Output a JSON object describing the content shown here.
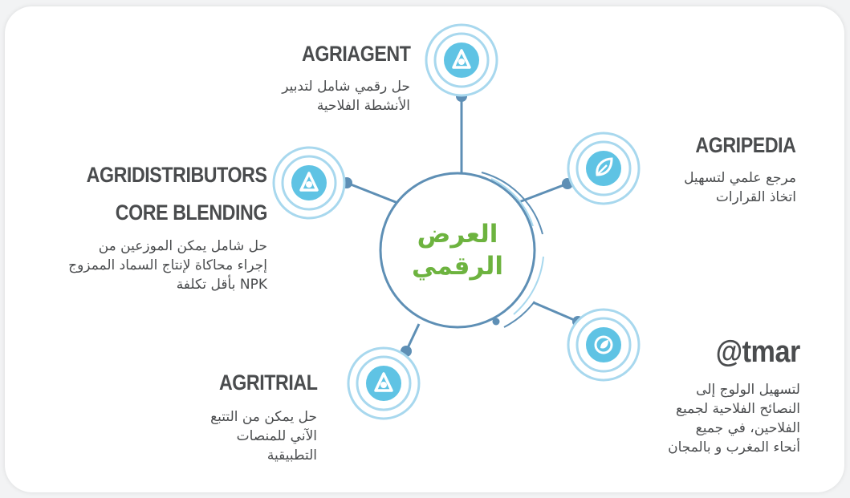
{
  "center": {
    "line1": "العرض",
    "line2": "الرقمي"
  },
  "nodes": [
    {
      "id": "agriagent",
      "title": "AGRIAGENT",
      "icon": "agriagent-logo-icon",
      "desc": [
        "حل رقمي شامل لتدبير",
        "الأنشطة الفلاحية"
      ]
    },
    {
      "id": "agripedia",
      "title": "AGRIPEDIA",
      "icon": "agripedia-logo-icon",
      "desc": [
        "مرجع علمي لتسهيل",
        "اتخاذ القرارات"
      ]
    },
    {
      "id": "agridistributors",
      "title": "AGRIDISTRIBUTORS",
      "title2": "CORE BLENDING",
      "icon": "agridistributors-logo-icon",
      "desc": [
        "حل شامل يمكن الموزعين من",
        "إجراء محاكاة لإنتاج السماد الممزوج",
        "NPK بأقل تكلفة"
      ]
    },
    {
      "id": "atmar",
      "title": "@tmar",
      "icon": "atmar-logo-icon",
      "desc": [
        "لتسهيل الولوج إلى",
        "النصائح الفلاحية لجميع",
        "الفلاحين، في جميع",
        "أنحاء المغرب و بالمجان"
      ]
    },
    {
      "id": "agritrial",
      "title": "AGRITRIAL",
      "icon": "agritrial-logo-icon",
      "desc": [
        "حل يمكن من التتبع",
        "الآني للمنصات",
        "التطبيقية"
      ]
    }
  ],
  "colors": {
    "spoke": "#5e8fb5",
    "ring_light": "#a8d8ee",
    "icon_fill": "#5fc3e4",
    "center_text": "#6db33f",
    "title_text": "#4a4c4e"
  }
}
